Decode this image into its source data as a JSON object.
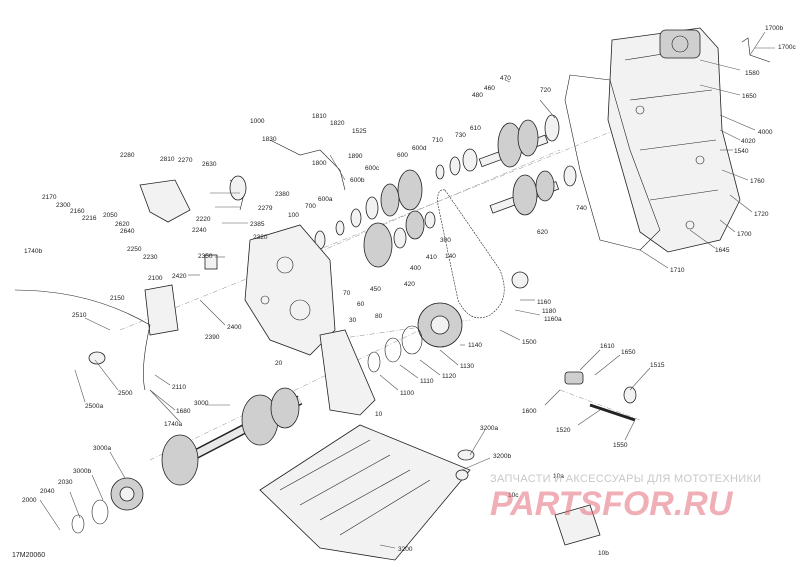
{
  "diagram_code": "17M20060",
  "watermark": {
    "tagline": "ЗАПЧАСТИ И АКСЕССУАРЫ ДЛЯ МОТОТЕХНИКИ",
    "logo_text": "PARTSFOR.RU",
    "logo_color": "#e46b7a"
  },
  "labels": {
    "l1700b": "1700b",
    "l1700c": "1700c",
    "l1580": "1580",
    "l1650": "1650",
    "l4000": "4000",
    "l4020": "4020",
    "l1540": "1540",
    "l1760": "1760",
    "l1720": "1720",
    "l1700": "1700",
    "l1645": "1645",
    "l1710": "1710",
    "l470": "470",
    "l460": "460",
    "l480": "480",
    "l720": "720",
    "l730": "730",
    "l610": "610",
    "l710": "710",
    "l600d": "600d",
    "l600": "600",
    "l600c": "600c",
    "l1890": "1890",
    "l1000": "1000",
    "l1810": "1810",
    "l1820": "1820",
    "l1830": "1830",
    "l1525": "1525",
    "l1800": "1800",
    "l600b": "600b",
    "l600a": "600a",
    "l700": "700",
    "l100": "100",
    "l2280": "2280",
    "l2810": "2810",
    "l2270": "2270",
    "l2630": "2630",
    "l2170": "2170",
    "l2300": "2300",
    "l2160": "2160",
    "l2216": "2216",
    "l2050": "2050",
    "l2620": "2620",
    "l2640": "2640",
    "l2220": "2220",
    "l2240": "2240",
    "l2250": "2250",
    "l2230": "2230",
    "l2380": "2380",
    "l2279": "2279",
    "l2385": "2385",
    "l2320": "2320",
    "l2350": "2350",
    "l1740b": "1740b",
    "l2100": "2100",
    "l2420": "2420",
    "l2150": "2150",
    "l2510": "2510",
    "l2400": "2400",
    "l2390": "2390",
    "l2500": "2500",
    "l2500a": "2500a",
    "l2110": "2110",
    "l1680": "1680",
    "l1740a": "1740a",
    "l3000": "3000",
    "l3000a": "3000a",
    "l3000b": "3000b",
    "l2040": "2040",
    "l2030": "2030",
    "l2000": "2000",
    "l3200": "3200",
    "l3200a": "3200a",
    "l3200b": "3200b",
    "l10": "10",
    "l10a": "10a",
    "l10b": "10b",
    "l10c": "10c",
    "l620": "620",
    "l740": "740",
    "l300": "300",
    "l140": "140",
    "l410": "410",
    "l400": "400",
    "l420": "420",
    "l450": "450",
    "l70": "70",
    "l60": "60",
    "l80": "80",
    "l30": "30",
    "l20": "20",
    "l1160": "1160",
    "l1180": "1180",
    "l1160a": "1160a",
    "l1500": "1500",
    "l1140": "1140",
    "l1130": "1130",
    "l1120": "1120",
    "l1110": "1110",
    "l1100": "1100",
    "l1610": "1610",
    "l1650b": "1650",
    "l1515": "1515",
    "l1600": "1600",
    "l1520": "1520",
    "l1550": "1550"
  }
}
